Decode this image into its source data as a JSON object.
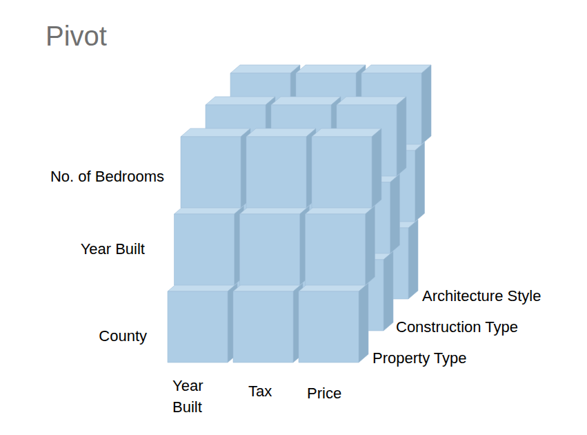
{
  "diagram": {
    "title": "Pivot",
    "labels": [
      "No. of Bedrooms",
      "Year Built",
      "Architecture Style",
      "Construction Type",
      "County",
      "Property Type",
      "Year Built",
      "Tax",
      "Price"
    ]
  }
}
